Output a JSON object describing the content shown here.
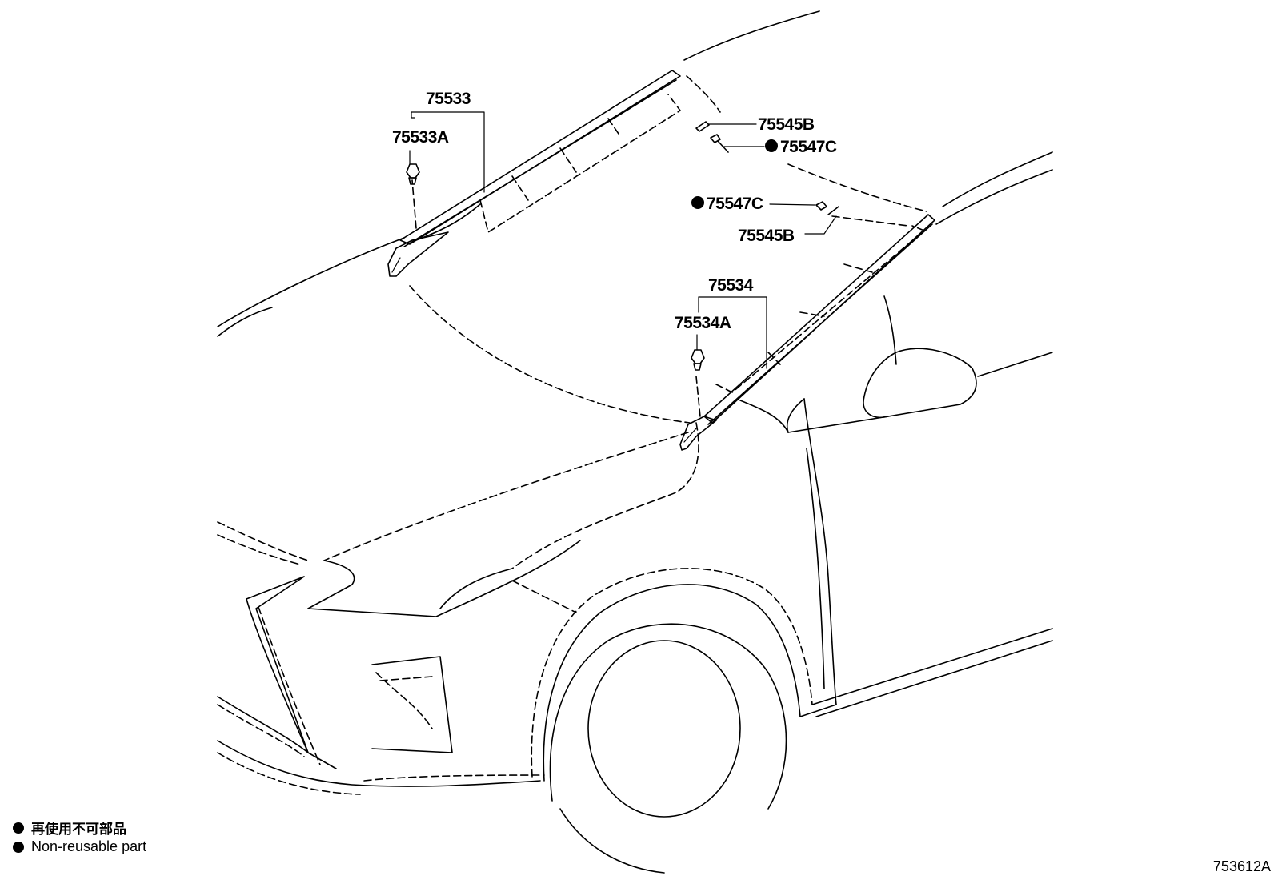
{
  "callouts": {
    "c75533": "75533",
    "c75533A": "75533A",
    "c75545B_top": "75545B",
    "c75547C_top": "75547C",
    "c75547C_mid": "75547C",
    "c75545B_mid": "75545B",
    "c75534": "75534",
    "c75534A": "75534A"
  },
  "non_reusable_marked": [
    "c75547C_top",
    "c75547C_mid"
  ],
  "legend": {
    "japanese": "再使用不可部品",
    "english": "Non-reusable part",
    "marker_color": "#000000"
  },
  "illustration_code": "753612A"
}
